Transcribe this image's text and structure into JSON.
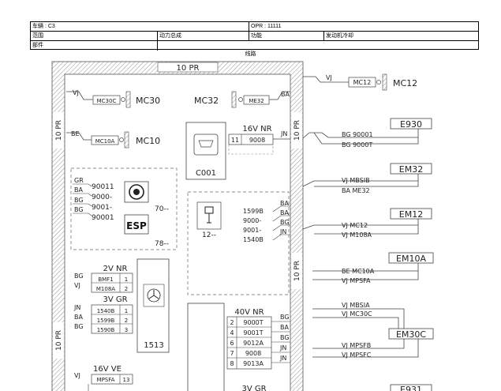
{
  "header": {
    "vehicle": "车辆 : C3",
    "opr": "OPR : 11111",
    "scope_label": "范围",
    "scope_value": "动力总成",
    "function_label": "功能",
    "function_value": "发动机冷却",
    "part_label": "部件"
  },
  "title": "线路",
  "diagram": {
    "top_band": "10 PR",
    "left_band": "10 PR",
    "left_band_lower": "10 PR",
    "right_band": "10 PR",
    "right_band_lower": "10 PR",
    "mc30": {
      "wire": "VJ",
      "pin": "MC30C",
      "name": "MC30"
    },
    "mc32": {
      "name": "MC32",
      "pin": "ME32",
      "wire": "BA"
    },
    "mc10": {
      "wire": "BE",
      "pin": "MC10A",
      "name": "MC10"
    },
    "mc12": {
      "wire": "VJ",
      "pin": "MC12",
      "name": "MC12"
    },
    "c001": {
      "name": "C001",
      "conn": "16V NR",
      "pin_num": "11",
      "pin_id": "9008",
      "wire": "JN"
    },
    "esp": {
      "wires": [
        "GR",
        "BA",
        "BG",
        "BG"
      ],
      "ids": [
        "90011",
        "9000-",
        "9001-",
        "90001"
      ],
      "label": "ESP",
      "r1": "70--",
      "r2": "78--"
    },
    "g12": {
      "ids": [
        "1599B",
        "9000-",
        "9001-",
        "1540B"
      ],
      "wires": [
        "BA",
        "BA",
        "BG",
        "JN"
      ],
      "label": "12--"
    },
    "fan": {
      "conn1": "2V NR",
      "c1_wires": [
        "BG",
        "VJ"
      ],
      "c1_ids": [
        "BMF1",
        "M108A"
      ],
      "c1_pins": [
        "1",
        "2"
      ],
      "conn2": "3V GR",
      "c2_wires": [
        "JN",
        "BA",
        "BG"
      ],
      "c2_ids": [
        "1540B",
        "1599B",
        "1590B"
      ],
      "c2_pins": [
        "1",
        "2",
        "3"
      ],
      "num": "1513",
      "conn3": "16V VE",
      "c3_wire": "VJ",
      "c3_id": "MPSFA",
      "c3_pin": "13"
    },
    "c40": {
      "conn": "40V NR",
      "pins": [
        "2",
        "4",
        "6",
        "7",
        "8"
      ],
      "ids": [
        "9000T",
        "9001T",
        "9012A",
        "9008",
        "9013A"
      ],
      "wires": [
        "BG",
        "BA",
        "BG",
        "JN",
        "JN"
      ],
      "next": "3V GR"
    },
    "e930": {
      "name": "E930",
      "l1": "BG  90001",
      "l2": "BG  9000T"
    },
    "em32": {
      "name": "EM32",
      "l1": "VJ  MBSIB",
      "l2": "BA  ME32"
    },
    "em12": {
      "name": "EM12",
      "l1": "VJ  MC12",
      "l2": "VJ  M108A"
    },
    "em10a": {
      "name": "EM10A",
      "l1": "BE  MC10A",
      "l2": "VJ  MPSFA"
    },
    "em30c": {
      "name": "EM30C",
      "l1": "VJ  MBSIA",
      "l2": "VJ  MC30C",
      "l3": "VJ  MPSFB",
      "l4": "VJ  MPSFC"
    },
    "e931": {
      "name": "E931"
    }
  }
}
